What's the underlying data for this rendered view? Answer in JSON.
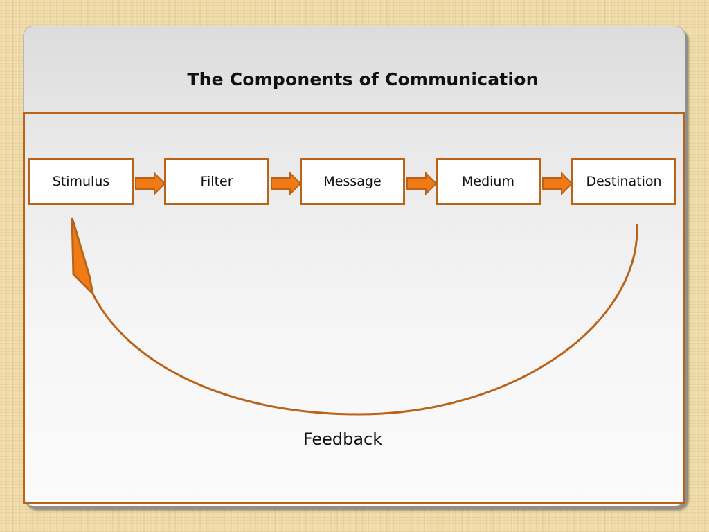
{
  "slide": {
    "title": "The Components of Communication"
  },
  "diagram": {
    "steps": [
      {
        "label": "Stimulus"
      },
      {
        "label": "Filter"
      },
      {
        "label": "Message"
      },
      {
        "label": "Medium"
      },
      {
        "label": "Destination"
      }
    ],
    "feedback_label": "Feedback"
  },
  "colors": {
    "accent_border": "#b8621a",
    "arrow_fill": "#f07b14",
    "title_text": "#111111"
  }
}
